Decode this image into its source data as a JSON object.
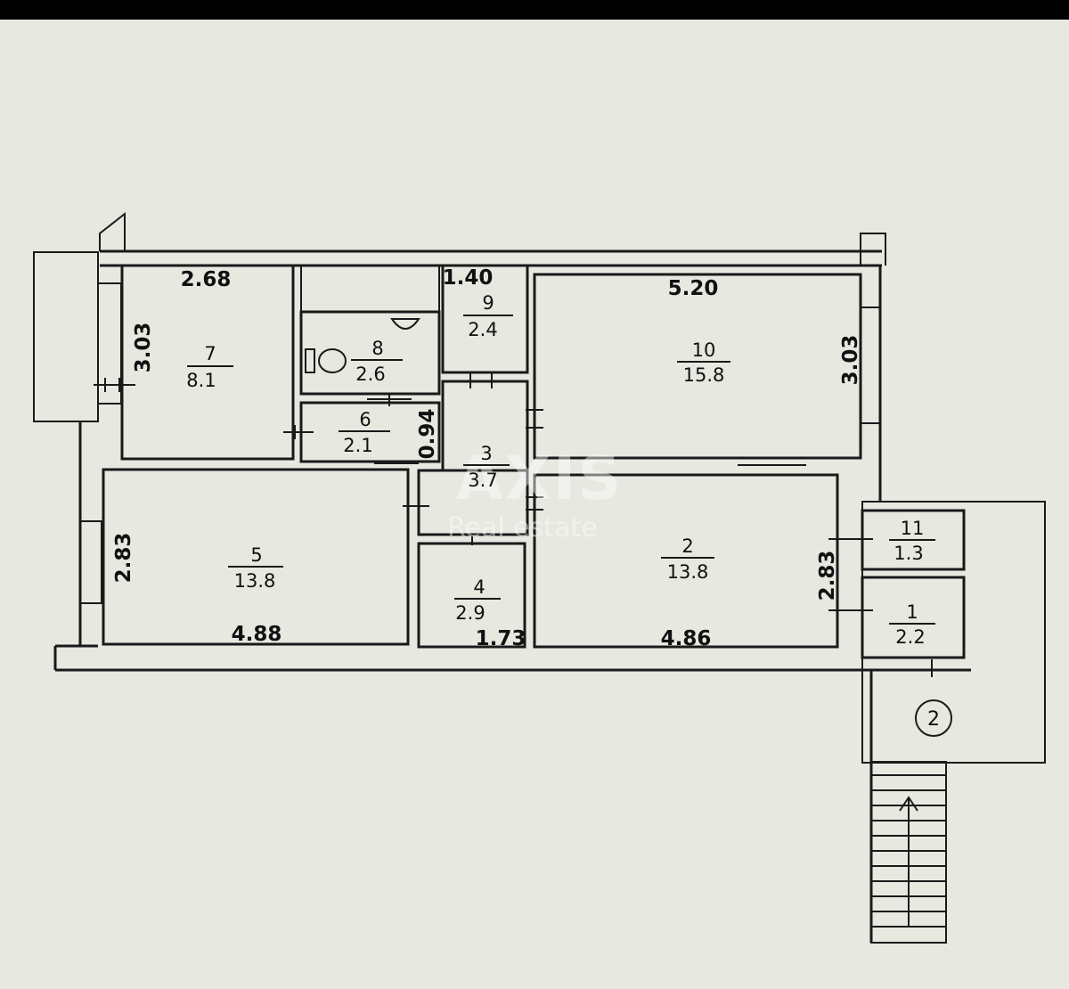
{
  "rooms": [
    {
      "id": "1",
      "area": "2.2"
    },
    {
      "id": "2",
      "area": "13.8"
    },
    {
      "id": "3",
      "area": "3.7"
    },
    {
      "id": "4",
      "area": "2.9"
    },
    {
      "id": "5",
      "area": "13.8"
    },
    {
      "id": "6",
      "area": "2.1"
    },
    {
      "id": "7",
      "area": "8.1"
    },
    {
      "id": "8",
      "area": "2.6"
    },
    {
      "id": "9",
      "area": "2.4"
    },
    {
      "id": "10",
      "area": "15.8"
    },
    {
      "id": "11",
      "area": "1.3"
    }
  ],
  "dimensions": {
    "room7_width": "2.68",
    "room7_height": "3.03",
    "room9_width": "1.40",
    "room10_width": "5.20",
    "room10_height": "3.03",
    "room6_height": "0.94",
    "room5_height": "2.83",
    "room5_width": "4.88",
    "room4_width": "1.73",
    "room2_width": "4.86",
    "room2_height": "2.83"
  },
  "entrance_marker": "2",
  "watermark": {
    "brand": "AXIS",
    "sub": "Real estate"
  }
}
